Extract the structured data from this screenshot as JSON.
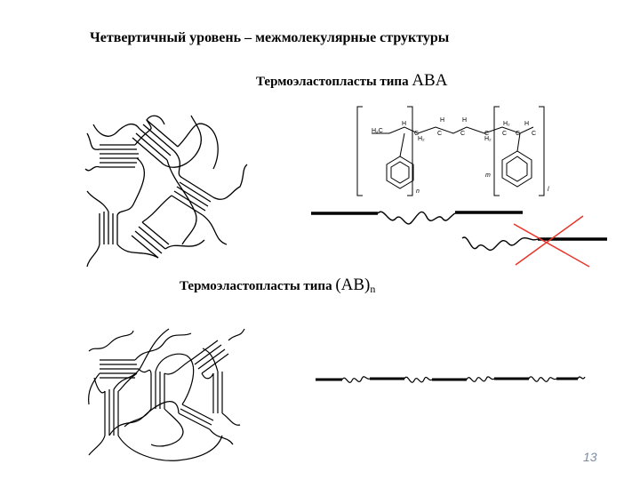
{
  "slide": {
    "title": "Четвертичный уровень – межмолекулярные структуры",
    "aba_prefix": "Термоэластопласты типа ",
    "aba_suffix": "ABA",
    "abn_prefix": "Термоэластопласты типа ",
    "abn_suffix": "(AB)",
    "abn_subscript": "n",
    "page_number": "13"
  },
  "formula": {
    "labels": [
      "H₂C",
      "H",
      "C",
      "H",
      "C",
      "C",
      "H₂",
      "H",
      "C",
      "C",
      "H₂",
      "H₂",
      "C",
      "H",
      "C"
    ],
    "repeat_n": "n",
    "repeat_m": "m",
    "repeat_l": "l"
  },
  "colors": {
    "ink": "#000000",
    "cross": "#e8352b",
    "page_number": "#7a8aa0"
  }
}
